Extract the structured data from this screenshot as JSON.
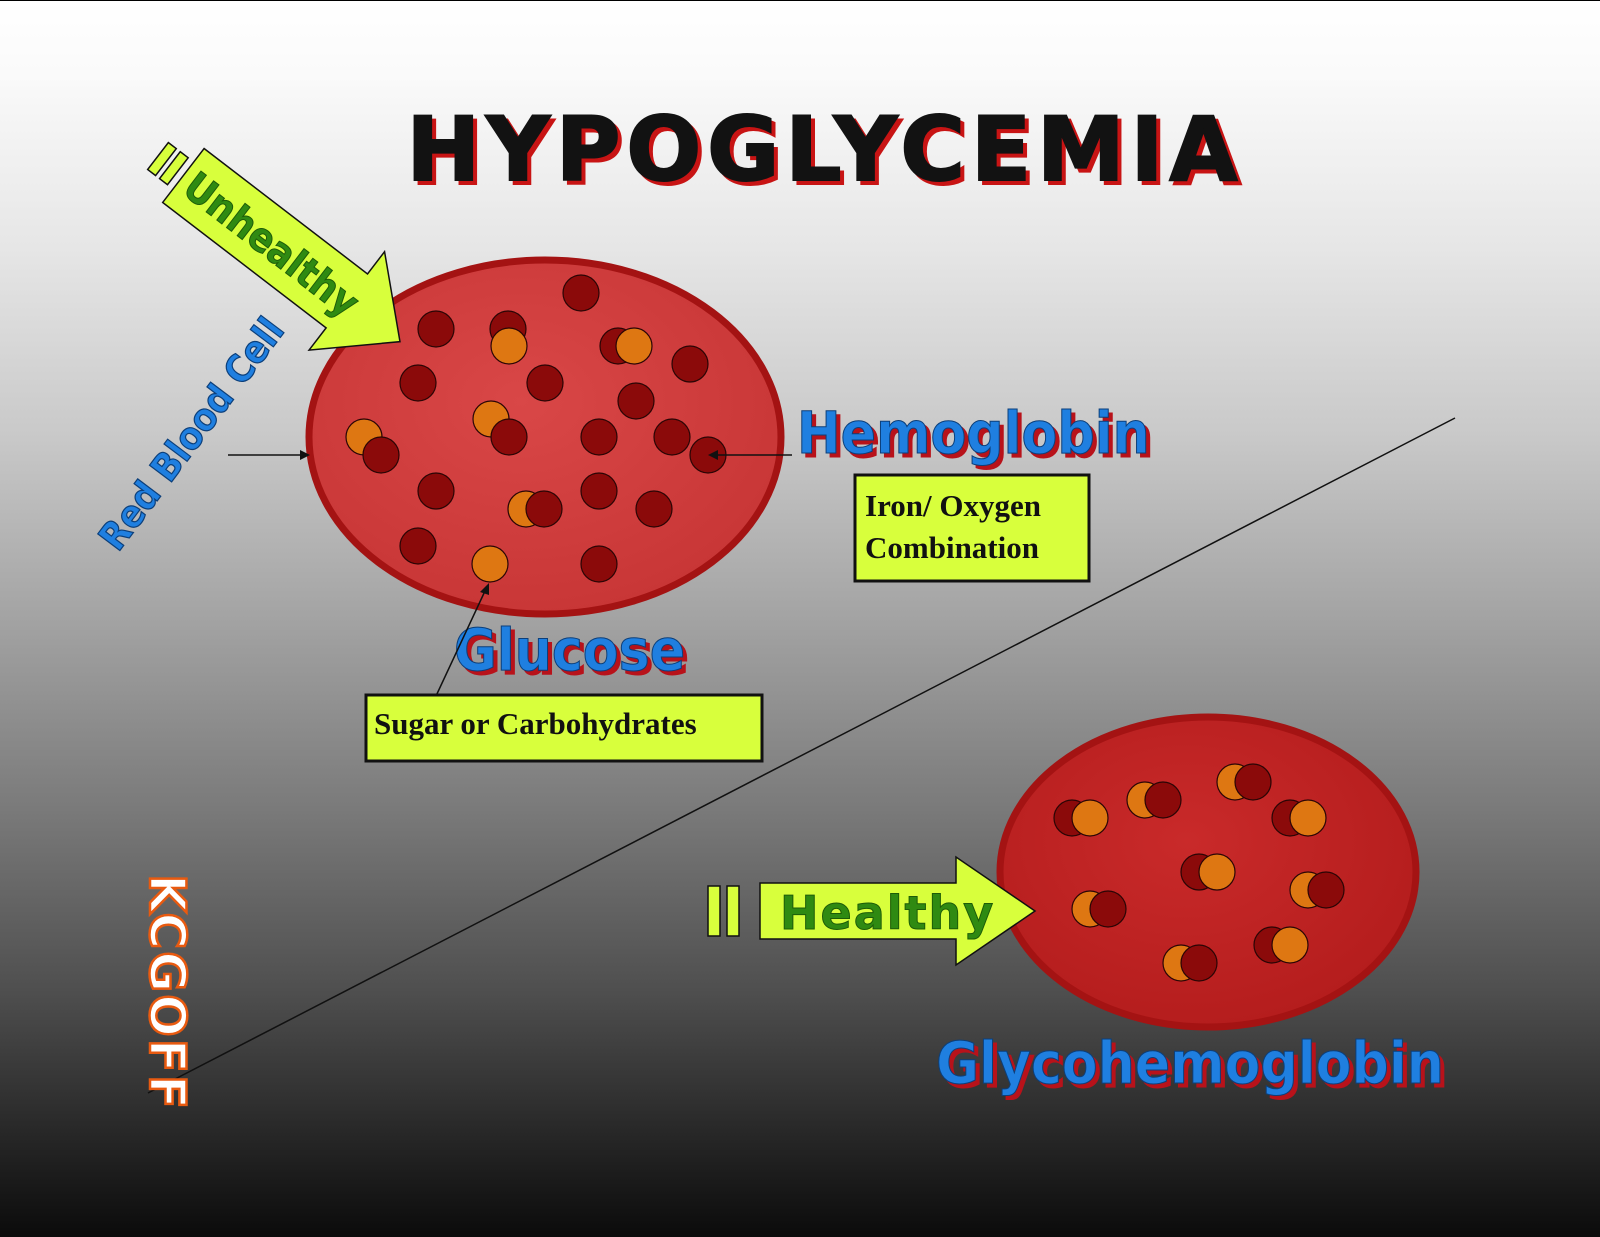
{
  "title": "HYPOGLYCEMIA",
  "unhealthy_label": "Unhealthy",
  "healthy_label": "Healthy",
  "red_blood_cell_label": "Red Blood Cell",
  "hemoglobin_label": "Hemoglobin",
  "hemoglobin_note": [
    "Iron/ Oxygen",
    "Combination"
  ],
  "glucose_label": "Glucose",
  "glucose_note": "Sugar or Carbohydrates",
  "glycohemoglobin_label": "Glycohemoglobin",
  "watermark": "KCGOFF",
  "colors": {
    "cell_fill": "#cc3b3b",
    "cell_border": "#8e0f0f",
    "hemoglobin_dot": "#8b0a0a",
    "glucose_dot": "#de7712",
    "arrow_fill": "#d8ff3c",
    "blue_text": "#1f7fe0",
    "green_text": "#2f8a12"
  }
}
